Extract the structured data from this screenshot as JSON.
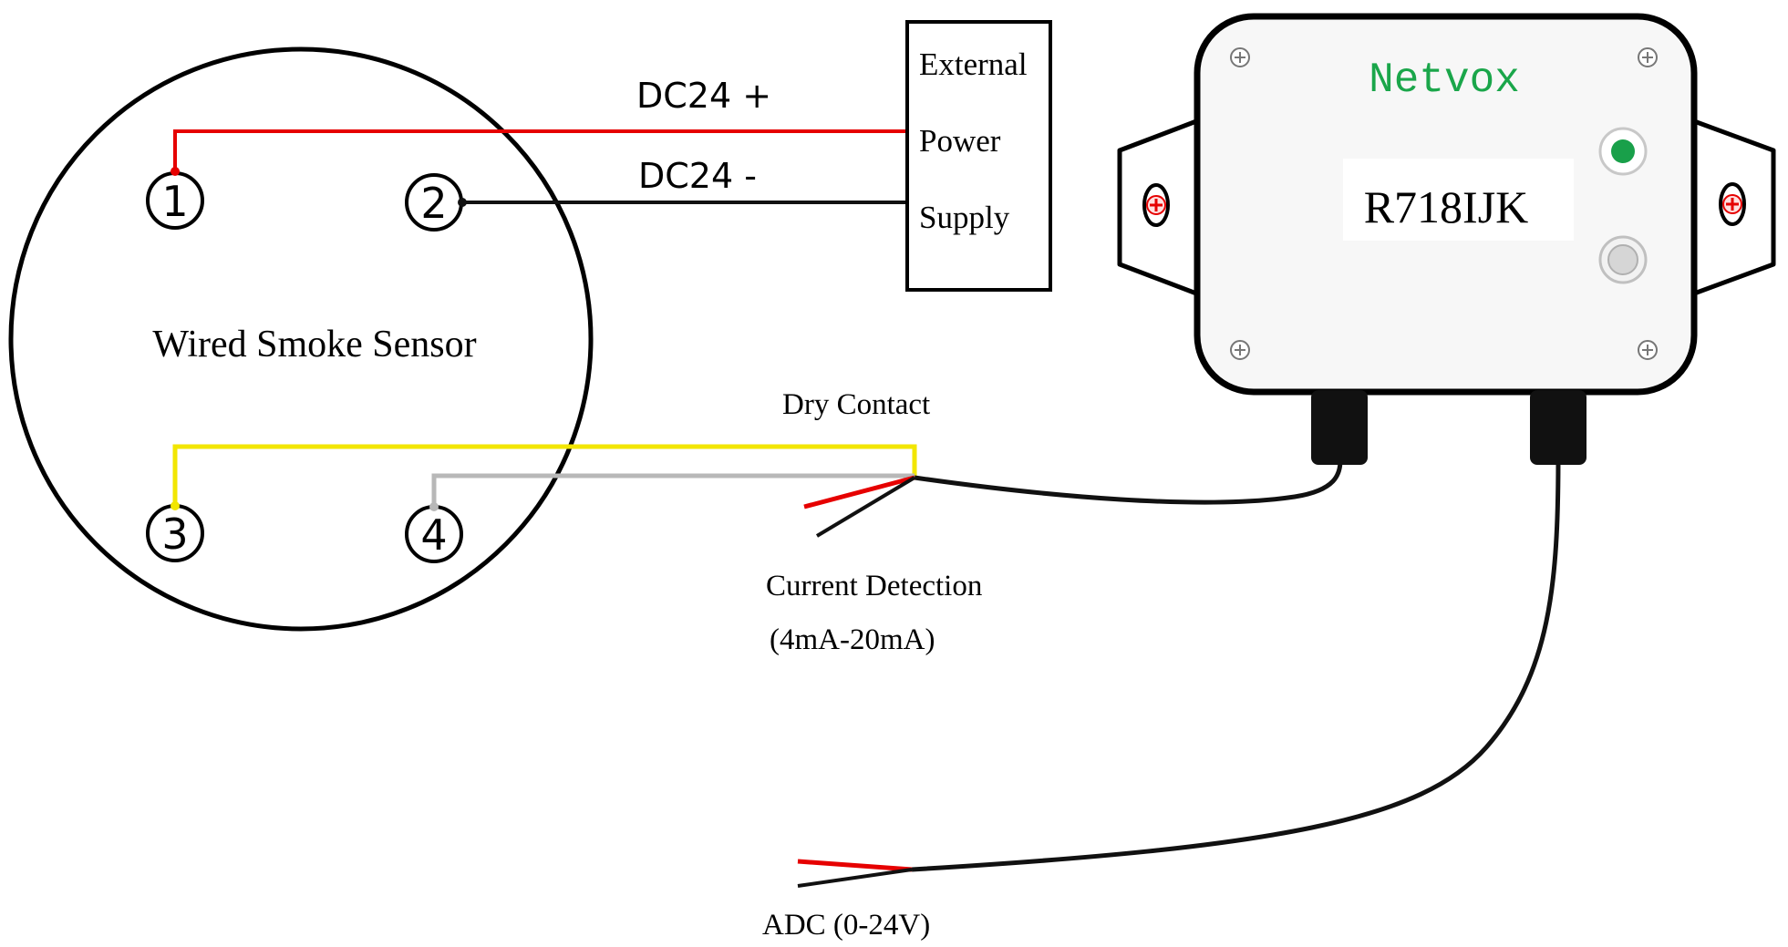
{
  "sensor": {
    "label": "Wired Smoke Sensor",
    "terminals": [
      "1",
      "2",
      "3",
      "4"
    ]
  },
  "power_supply": {
    "line1": "External",
    "line2": "Power",
    "line3": "Supply"
  },
  "wires": {
    "positive_label": "DC24 +",
    "negative_label": "DC24 -",
    "dry_contact_label": "Dry Contact",
    "current_detection_label": "Current Detection",
    "current_detection_range": "(4mA-20mA)",
    "adc_label": "ADC (0-24V)"
  },
  "device": {
    "brand": "Netvox",
    "model": "R718IJK"
  },
  "colors": {
    "red_wire": "#e60000",
    "black_wire": "#111111",
    "yellow_wire": "#f2e600",
    "grey_wire": "#b8b8b8",
    "brand_green": "#1aa64a",
    "led_green": "#19a04a"
  }
}
